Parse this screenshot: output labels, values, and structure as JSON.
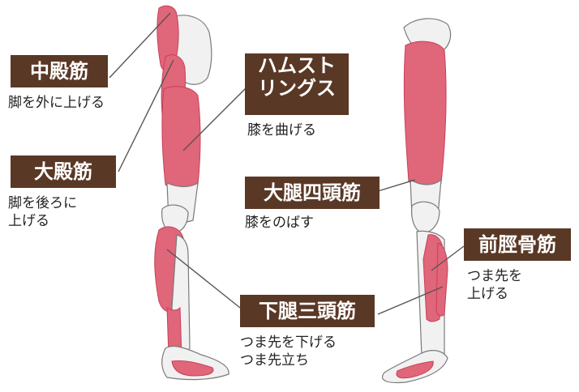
{
  "colors": {
    "muscle": "#e0667a",
    "muscle_dark": "#c9405a",
    "bone": "#f1f1f1",
    "outline": "#7a7a7a",
    "label_bg": "#5a3826",
    "label_text": "#ffffff",
    "leader": "#555555",
    "text": "#222222"
  },
  "labels": {
    "gluteus_medius": {
      "name": "中殿筋",
      "desc": [
        "脚を外に上げる"
      ]
    },
    "gluteus_maximus": {
      "name": "大殿筋",
      "desc": [
        "脚を後ろに",
        "上げる"
      ]
    },
    "hamstrings": {
      "name": [
        "ハムスト",
        "リングス"
      ],
      "desc": [
        "膝を曲げる"
      ]
    },
    "quadriceps": {
      "name": "大腿四頭筋",
      "desc": [
        "膝をのばす"
      ]
    },
    "triceps_surae": {
      "name": "下腿三頭筋",
      "desc": [
        "つま先を下げる",
        "つま先立ち"
      ]
    },
    "tibialis_anterior": {
      "name": "前脛骨筋",
      "desc": [
        "つま先を",
        "上げる"
      ]
    }
  }
}
